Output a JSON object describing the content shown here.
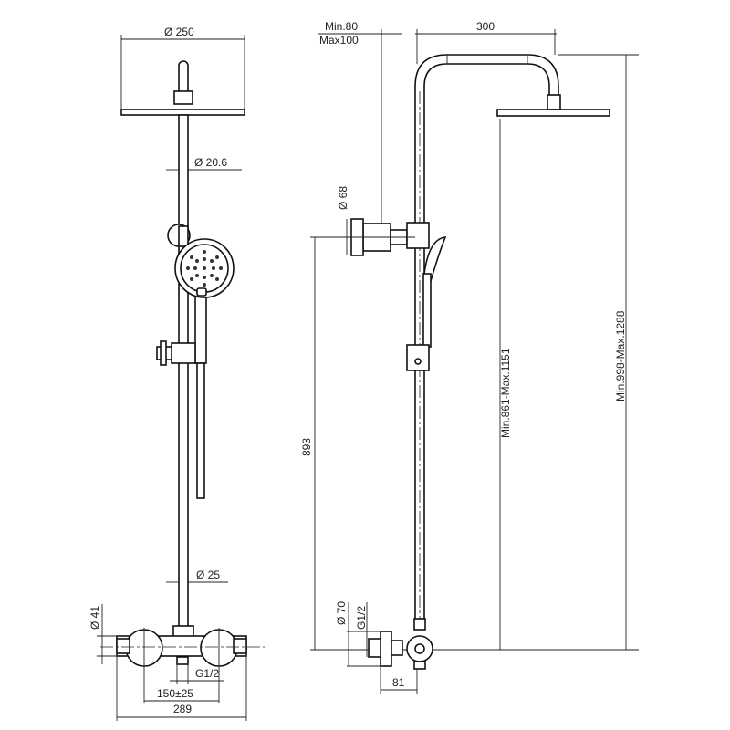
{
  "front_view": {
    "head_diameter": "Ø 250",
    "arm_diameter": "Ø 20.6",
    "pipe_diameter": "Ø 25",
    "mixer_diameter": "Ø 41",
    "inlet_thread": "G1/2",
    "inlet_spacing": "150±25",
    "mixer_width": "289"
  },
  "side_view": {
    "offset_min": "Min.80",
    "offset_max": "Max100",
    "arm_length": "300",
    "bracket_diameter": "Ø 68",
    "slider_height": "893",
    "head_height_range": "Min.861-Max.1151",
    "total_height_range": "Min.998-Max.1288",
    "escutcheon_diameter": "Ø 70",
    "inlet_thread": "G1/2",
    "wall_distance": "81"
  }
}
